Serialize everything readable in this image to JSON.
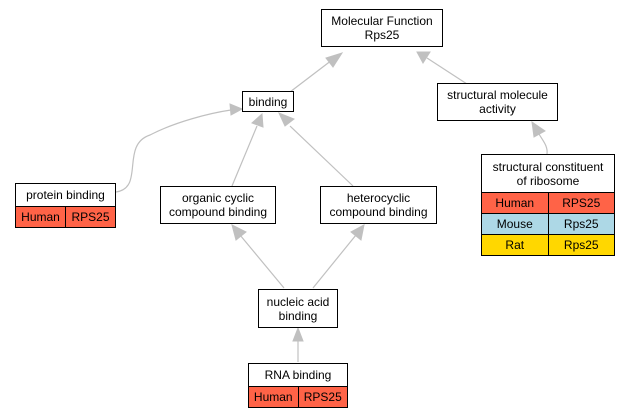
{
  "nodes": {
    "molecular_function": {
      "line1": "Molecular Function",
      "line2": "Rps25"
    },
    "binding": {
      "line1": "binding"
    },
    "structural_molecule_activity": {
      "line1": "structural molecule",
      "line2": "activity"
    },
    "protein_binding": {
      "line1": "protein binding",
      "rows": [
        {
          "species": "Human",
          "gene": "RPS25"
        }
      ]
    },
    "organic_cyclic_compound_binding": {
      "line1": "organic cyclic",
      "line2": "compound binding"
    },
    "heterocyclic_compound_binding": {
      "line1": "heterocyclic",
      "line2": "compound binding"
    },
    "structural_constituent_of_ribosome": {
      "line1": "structural constituent",
      "line2": "of ribosome",
      "rows": [
        {
          "species": "Human",
          "gene": "RPS25"
        },
        {
          "species": "Mouse",
          "gene": "Rps25"
        },
        {
          "species": "Rat",
          "gene": "Rps25"
        }
      ]
    },
    "nucleic_acid_binding": {
      "line1": "nucleic acid",
      "line2": "binding"
    },
    "rna_binding": {
      "line1": "RNA binding",
      "rows": [
        {
          "species": "Human",
          "gene": "RPS25"
        }
      ]
    }
  },
  "colors": {
    "human": "#ff6347",
    "mouse": "#add8e6",
    "rat": "#ffd700",
    "edge": "#c0c0c0"
  }
}
